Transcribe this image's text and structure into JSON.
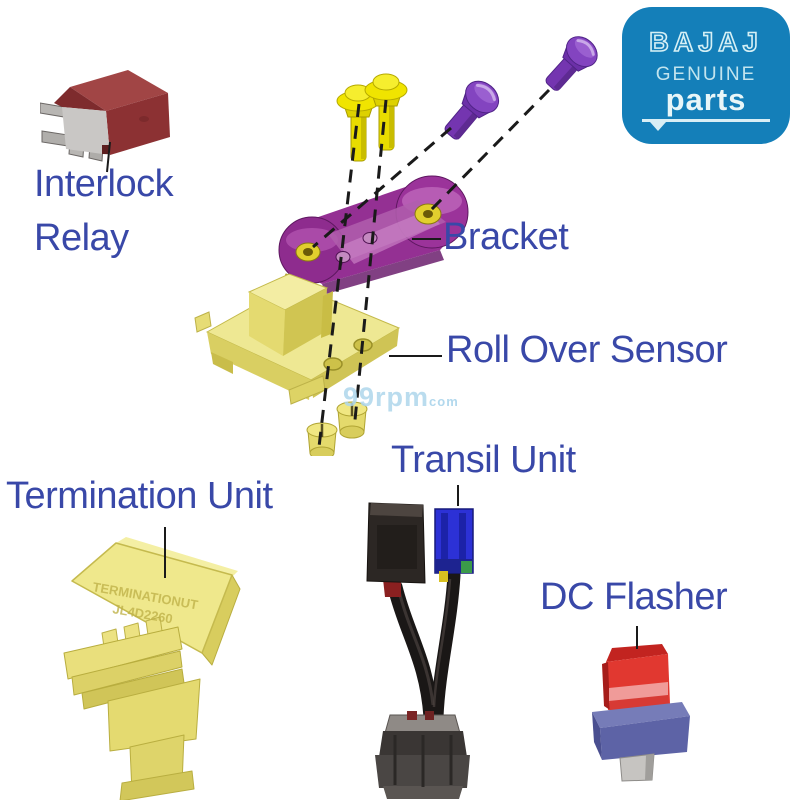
{
  "page": {
    "background": "#ffffff"
  },
  "logo": {
    "brand": "BAJAJ",
    "genuine": "GENUINE",
    "parts": "parts",
    "bg_color": "#147fb9",
    "fg_color": "#d8eef5"
  },
  "labels": {
    "interlock_line1": "Interlock",
    "interlock_line2": "Relay",
    "bracket": "Bracket",
    "roll_over_sensor": "Roll Over Sensor",
    "termination_unit": "Termination Unit",
    "transil_unit": "Transil Unit",
    "dc_flasher": "DC Flasher",
    "label_color": "#3948a8"
  },
  "watermark": {
    "prefix": "99rpm",
    "suffix": "com",
    "color": "#aed7ec"
  },
  "embossed_marking": {
    "line1": "TERMINATIONUT",
    "line2": "JL4D2260"
  },
  "colors": {
    "relay_maroon": "#8c3133",
    "relay_pin_gray": "#b8b6b3",
    "bracket_purple": "#943093",
    "screw_purple": "#7b3ab8",
    "screw_yellow": "#f0e400",
    "part_yellow": "#efe88e",
    "connector_blue": "#2c31d6",
    "connector_black": "#2c2724",
    "flasher_red": "#e13830",
    "flasher_base_slate": "#5d63a6",
    "leader_line": "#1a1a1a"
  }
}
